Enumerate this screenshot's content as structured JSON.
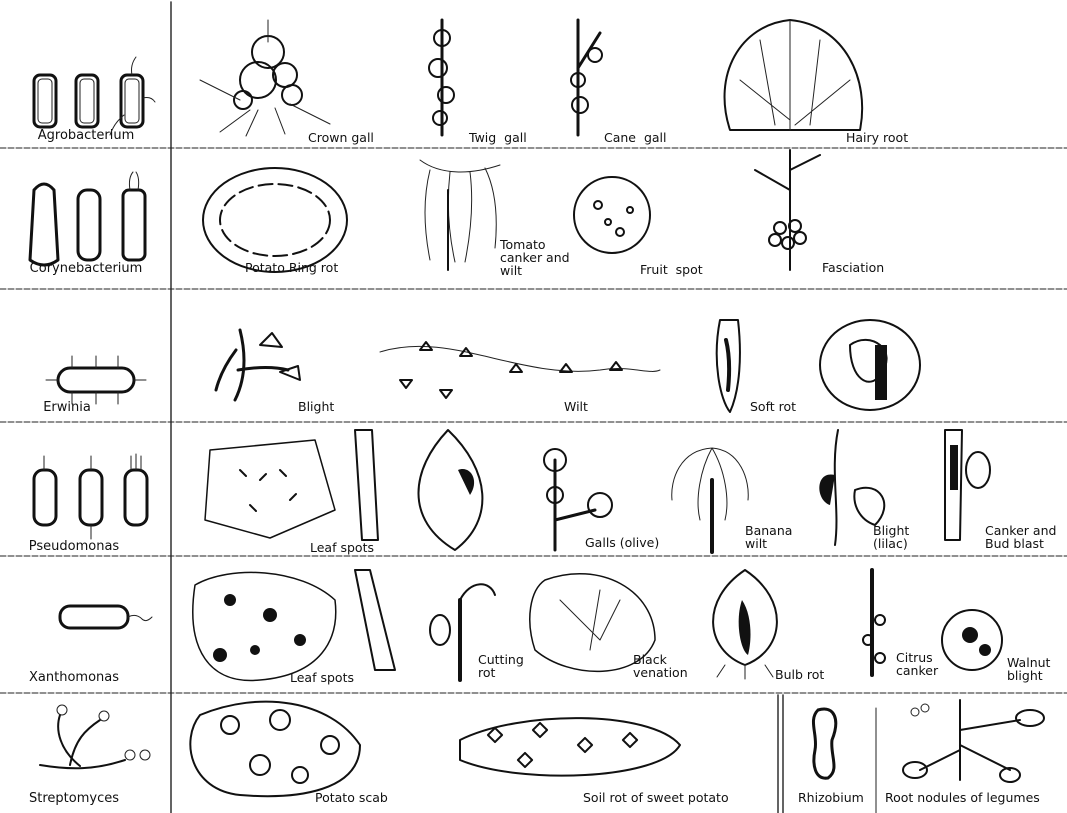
{
  "rows": [
    {
      "genus": "Agrobacterium",
      "diseases": [
        "Crown gall",
        "Twig  gall",
        "Cane  gall",
        "Hairy root"
      ]
    },
    {
      "genus": "Corynebacterium",
      "diseases": [
        "Potato Ring rot",
        "Tomato\ncanker and\nwilt",
        "Fruit  spot",
        "Fasciation"
      ]
    },
    {
      "genus": "Erwinia",
      "diseases": [
        "Blight",
        "Wilt",
        "Soft rot"
      ]
    },
    {
      "genus": "Pseudomonas",
      "diseases": [
        "Leaf spots",
        "Galls (olive)",
        "Banana\nwilt",
        "Blight\n(lilac)",
        "Canker and\nBud blast"
      ]
    },
    {
      "genus": "Xanthomonas",
      "diseases": [
        "Leaf spots",
        "Cutting\nrot",
        "Black\nvenation",
        "Bulb rot",
        "Citrus\ncanker",
        "Walnut\nblight"
      ]
    },
    {
      "genus": "Streptomyces",
      "diseases": [
        "Potato scab",
        "Soil rot of sweet potato"
      ]
    }
  ],
  "extra": {
    "genus": "Rhizobium",
    "disease": "Root nodules of legumes"
  }
}
